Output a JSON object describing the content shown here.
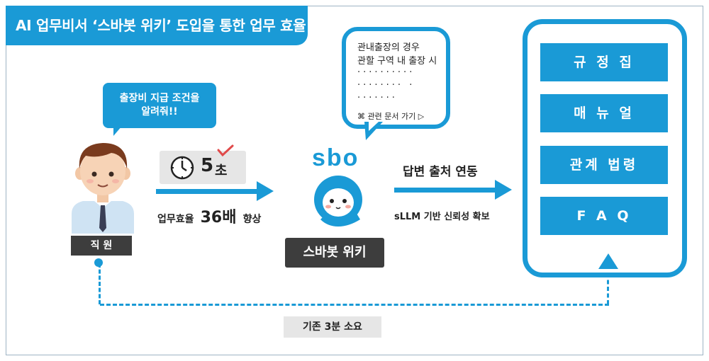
{
  "title": "AI 업무비서 ‘스바봇 위키’ 도입을 통한 업무 효율화",
  "question_bubble": {
    "line1": "출장비 지급 조건을",
    "line2": "알려줘!!"
  },
  "employee_label": "직  원",
  "time_badge": {
    "number": "5",
    "unit": "초"
  },
  "efficiency": {
    "prefix": "업무효율",
    "value": "36배",
    "suffix": "향상"
  },
  "answer_bubble": {
    "line1": "관내출장의 경우",
    "line2": "관할 구역 내 출장 시",
    "dots1": "··········",
    "dots2": "········ ·",
    "dots3": "·······",
    "link": "⌘ 관련 문서 가기 ▷"
  },
  "mascot": {
    "logo": "sbo",
    "label": "스바봇 위키"
  },
  "source_link": {
    "title": "답변 출처 연동",
    "caption": "sLLM 기반 신뢰성 확보"
  },
  "documents": [
    "규 정 집",
    "매 뉴 얼",
    "관계 법령",
    "F A Q"
  ],
  "existing_time": "기존 3분 소요",
  "colors": {
    "accent": "#1a9ad6",
    "dark_label": "#3d3d3d",
    "light_gray": "#e6e6e6"
  }
}
